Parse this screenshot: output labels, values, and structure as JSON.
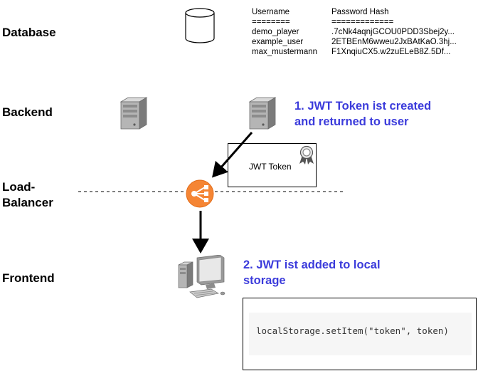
{
  "layers": {
    "database": "Database",
    "backend": "Backend",
    "load_balancer_line1": "Load-",
    "load_balancer_line2": "Balancer",
    "frontend": "Frontend"
  },
  "db_table": {
    "headers": [
      "Username",
      "Password Hash"
    ],
    "separators": [
      "========",
      "============="
    ],
    "rows": [
      [
        "demo_player",
        ".7cNk4aqnjGCOU0PDD3Sbej2y..."
      ],
      [
        "example_user",
        "2ETBEnM6wweu2JxBAtKaO.3hj..."
      ],
      [
        "max_mustermann",
        "F1XnqiuCX5.w2zuELeB8Z.5Df..."
      ]
    ]
  },
  "annotations": {
    "step1_line1": "1. JWT Token ist created",
    "step1_line2": "and returned to user",
    "step2_line1": "2. JWT ist added to local",
    "step2_line2": "storage"
  },
  "token_label": "JWT Token",
  "code": "localStorage.setItem(\"token\", token)",
  "colors": {
    "annotation": "#3b3bdb",
    "load_balancer": "#f58534",
    "server": "#9a9a9a",
    "arrow": "#000000"
  },
  "icons": {
    "database": "database-cylinder-icon",
    "server": "server-icon",
    "load_balancer": "load-balancer-icon",
    "client": "desktop-computer-icon",
    "certificate": "certificate-ribbon-icon"
  }
}
